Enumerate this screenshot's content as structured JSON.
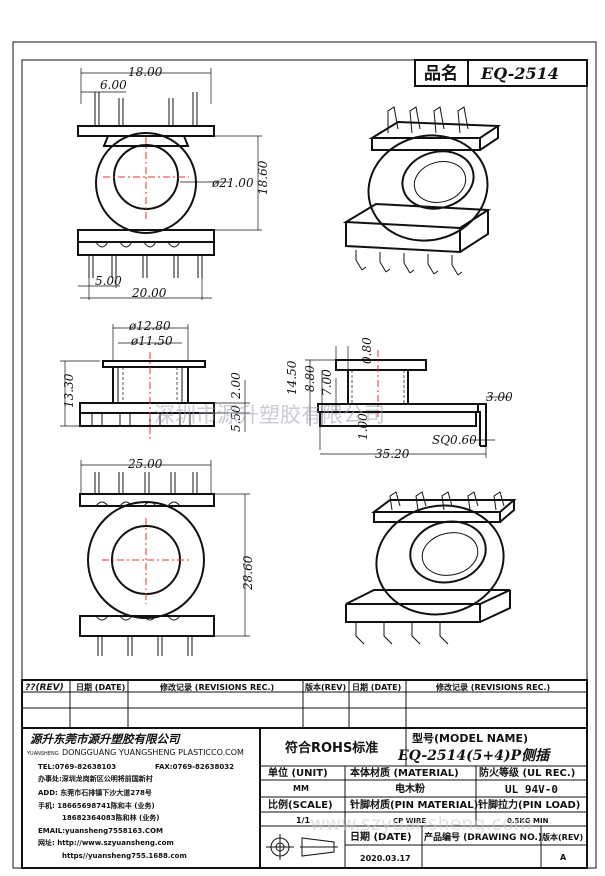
{
  "title_block_top": {
    "name_label": "品名",
    "part_no": "EQ-2514"
  },
  "dimensions": {
    "top_width": "18.00",
    "pin_pitch_top": "6.00",
    "diameter_outer": "ø21.00",
    "height_right": "18.60",
    "pin_pitch_bottom": "5.00",
    "bottom_width": "20.00",
    "d_inner_top": "ø12.80",
    "d_inner_sub": "ø11.50",
    "height_side": "13.30",
    "flange_2": "2.00",
    "flange_5": "5.50",
    "h_14": "14.50",
    "h_8": "8.80",
    "h_7": "7.00",
    "h_1": "1.00",
    "thickness": "0.80",
    "pin_3": "3.00",
    "pin_sq": "SQ0.60",
    "total_length": "35.20",
    "width_25": "25.00",
    "height_28": "28.60"
  },
  "watermark": {
    "center": "深圳市源升塑胶有限公司",
    "bottom": "www.szyuansheng.com"
  },
  "revision": {
    "rev": "??(REV)",
    "date": "日期 (DATE)",
    "record": "修改记录 (REVISIONS REC.)",
    "version": "版本(REV)",
    "date2": "日期 (DATE)",
    "record2": "修改记录 (REVISIONS REC.)"
  },
  "company": {
    "name_cn": "源升东莞市源升塑胶有限公司",
    "logo_sub": "YUANSHENG",
    "name_en": "DONGGUANG YUANGSHENG PLASTICCO.COM",
    "tel": "TEL:0769-82638103",
    "fax": "FAX:0769-82638032",
    "office": "办事处:深圳龙岗新区公明将前国新村",
    "addr": "ADD: 东莞市石排镇下沙大道278号",
    "phone1": "手机: 18665698741陈和丰 (业务)",
    "phone2": "18682364083陈和林 (业务)",
    "email": "EMAIL:yuansheng7558163.COM",
    "web1": "网址: http://www.szyuansheng.com",
    "web2": "https//yuansheng755.1688.com"
  },
  "title_block": {
    "rohs": "符合ROHS标准",
    "model_label": "型号(MODEL NAME)",
    "model_value": "EQ-2514(5+4)P侧插",
    "unit_label": "单位 (UNIT)",
    "unit_value": "MM",
    "material_label": "本体材质 (MATERIAL)",
    "material_value": "电木粉",
    "fire_label": "防火等级 (UL REC.)",
    "fire_value": "UL 94V-0",
    "scale_label": "比例(SCALE)",
    "scale_value": "1/1",
    "pin_mat_label": "针脚材质(PIN MATERIAL)",
    "pin_mat_value": "CP WIRE",
    "pin_load_label": "针脚拉力(PIN LOAD)",
    "pin_load_value": "0.5KG MIN",
    "date_label": "日期 (DATE)",
    "date_value": "2020.03.17",
    "drawing_label": "产品编号 (DRAWING NO.)",
    "rev_label": "版本(REV)",
    "rev_value": "A"
  }
}
